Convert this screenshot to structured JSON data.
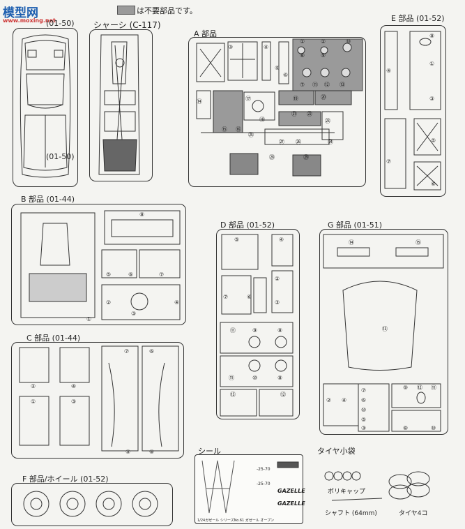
{
  "watermark": {
    "brand": "模型网",
    "url": "www.moxing.net"
  },
  "legend": {
    "text": "は不要部品です。",
    "swatch_color": "#9a9a9a"
  },
  "header": {
    "top_code": "(01-50)",
    "chassis": "シャーシ (C-117)"
  },
  "body_part": {
    "code": "(01-50)"
  },
  "parts": {
    "a": {
      "title": "A 部品"
    },
    "b": {
      "title": "B 部品 (01-44)"
    },
    "c": {
      "title": "C 部品 (01-44)"
    },
    "d": {
      "title": "D 部品 (01-52)"
    },
    "e": {
      "title": "E 部品 (01-52)"
    },
    "f": {
      "title": "F 部品/ホイール (01-52)"
    },
    "g": {
      "title": "G 部品 (01-51)"
    }
  },
  "decal": {
    "title": "シール",
    "texts": [
      "GAZELLE",
      "GAZELLE",
      "-25-70",
      "-25-70"
    ],
    "footer": "1/24ガゼール シリーズNo.61 ガゼール オープン"
  },
  "tires": {
    "title": "タイヤ小袋",
    "poly_cap": "ポリキャップ",
    "shaft": "シャフト (64mm)",
    "tire_count": "タイヤ4コ"
  },
  "numbers": {
    "a": [
      "③",
      "④",
      "①",
      "②",
      "⑧",
      "⑨",
      "⑪",
      "⑫",
      "⑬",
      "⑩",
      "⑤",
      "⑦",
      "⑥",
      "⑭",
      "⑰",
      "⑱",
      "⑲",
      "⑳",
      "⑮",
      "⑯",
      "㉑",
      "㉒",
      "㉓",
      "㉔",
      "㉕",
      "㉖",
      "㉗",
      "㉘",
      "㉙"
    ],
    "b": [
      "⑧",
      "⑤",
      "⑥",
      "⑦",
      "②",
      "③",
      "④",
      "①"
    ],
    "c": [
      "②",
      "④",
      "①",
      "③",
      "⑦",
      "⑥",
      "⑤",
      "⑥"
    ],
    "d": [
      "⑤",
      "④",
      "②",
      "③",
      "⑦",
      "⑥",
      "⑪",
      "⑨",
      "⑧",
      "⑪",
      "⑩",
      "⑧",
      "⑬",
      "⑫"
    ],
    "e": [
      "⑧",
      "④",
      "①",
      "③",
      "⑤",
      "⑦",
      "⑥"
    ],
    "g": [
      "⑭",
      "⑮",
      "⑬",
      "②",
      "④",
      "⑦",
      "⑥",
      "⑩",
      "⑤",
      "③",
      "⑨",
      "⑫",
      "⑪",
      "⑧",
      "⑩"
    ]
  }
}
